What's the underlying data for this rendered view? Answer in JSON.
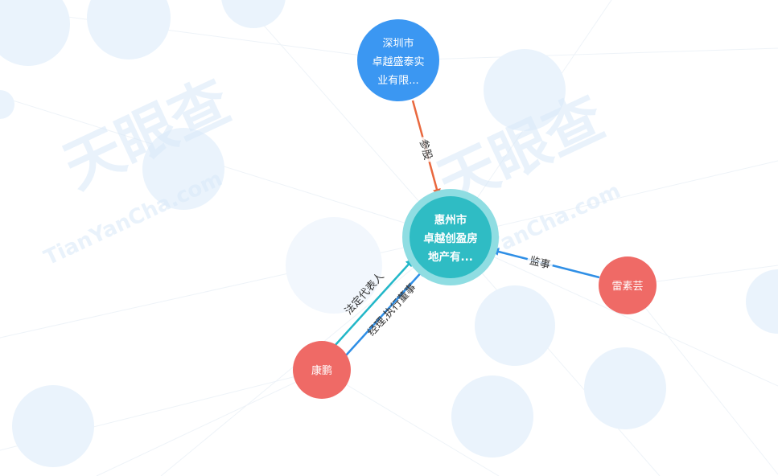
{
  "colors": {
    "center": "#2fbcc4",
    "center_ring": "#8fdde2",
    "company": "#3b97f2",
    "person": "#ef6a66",
    "edge_share": "#e9683e",
    "edge_person": "#2f8fe6",
    "edge_legal": "#22b7c8",
    "bg_circle": "#eaf3fc",
    "watermark": "#d7e8f8"
  },
  "nodes": {
    "center": {
      "lines": [
        "惠州市",
        "卓越创盈房",
        "地产有..."
      ]
    },
    "parent": {
      "lines": [
        "深圳市",
        "卓越盛泰实",
        "业有限..."
      ]
    },
    "kangpeng": {
      "lines": [
        "康鹏"
      ]
    },
    "leisuyun": {
      "lines": [
        "雷素芸"
      ]
    }
  },
  "edges": {
    "share": {
      "label": "参股"
    },
    "supervisor": {
      "label": "监事"
    },
    "legal_rep": {
      "label": "法定代表人"
    },
    "manager": {
      "label": "经理,执行董事"
    }
  },
  "watermark": {
    "logo_text": "天眼查",
    "url_text": "TianYanCha.com"
  }
}
